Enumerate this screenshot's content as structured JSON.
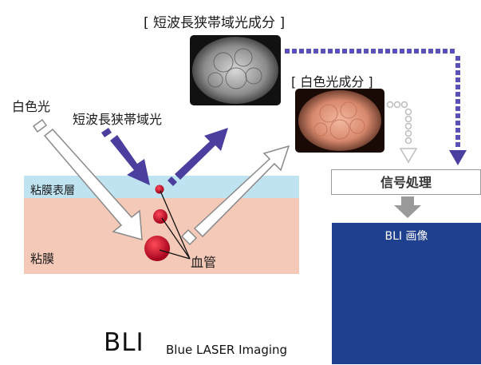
{
  "labels": {
    "blue_light_top": "[ 短波長狭帯域光成分 ]",
    "white_component": "[ 白色光成分 ]",
    "white_light": "白色光",
    "blue_light": "短波長狭帯域光",
    "mucosal_surface": "粘膜表層",
    "mucosa": "粘膜",
    "blood_vessel": "血管",
    "signal_processing": "信号処理",
    "bli_image": "BLI 画像",
    "brand": "BLI",
    "brand_sub": "Blue LASER Imaging"
  },
  "colors": {
    "surface_layer": "#bfe3f0",
    "mucosa_layer": "#f5c9b8",
    "blue_arrow": "#4a3f9e",
    "white_arrow_stroke": "#8a8a8a",
    "vessel": "#c8102e",
    "bli_header": "#1f3f8f",
    "dotted_blue": "#5a52b8",
    "dotted_gray": "#bdbdbd"
  }
}
